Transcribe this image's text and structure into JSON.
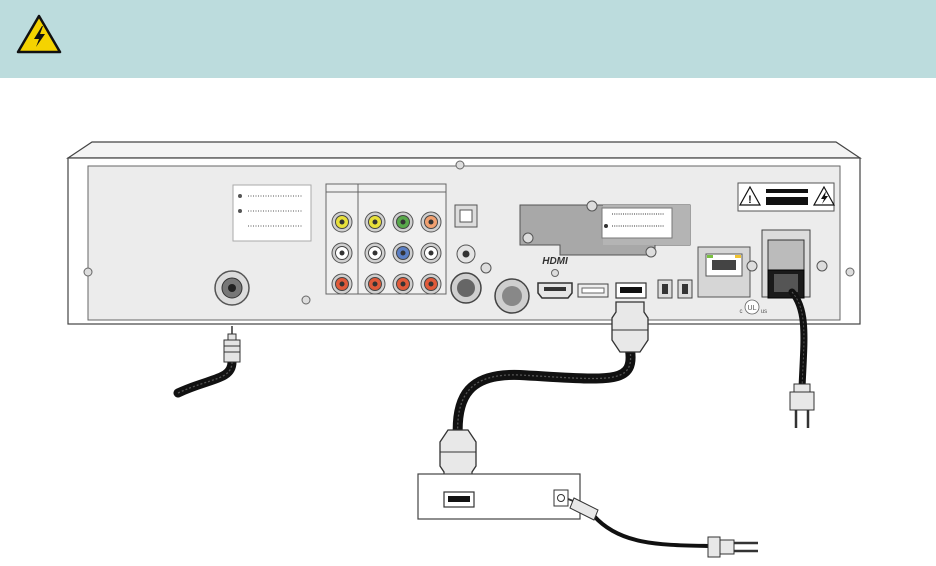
{
  "banner": {
    "icon": "electric-shock-warning-icon",
    "background_color": "#bcdcdd",
    "icon_color": "#f5d300"
  },
  "device": {
    "ports": {
      "hdmi_label": "HDMI"
    },
    "certification_marks": {
      "ul_mark": "UL",
      "ul_left": "c",
      "ul_right": "us"
    }
  },
  "icons": [
    "electric-shock-warning-icon",
    "caution-label-icon",
    "coax-connector-icon",
    "hdmi-plug-icon",
    "power-plug-icon",
    "ethernet-port-icon",
    "screw-icon"
  ]
}
